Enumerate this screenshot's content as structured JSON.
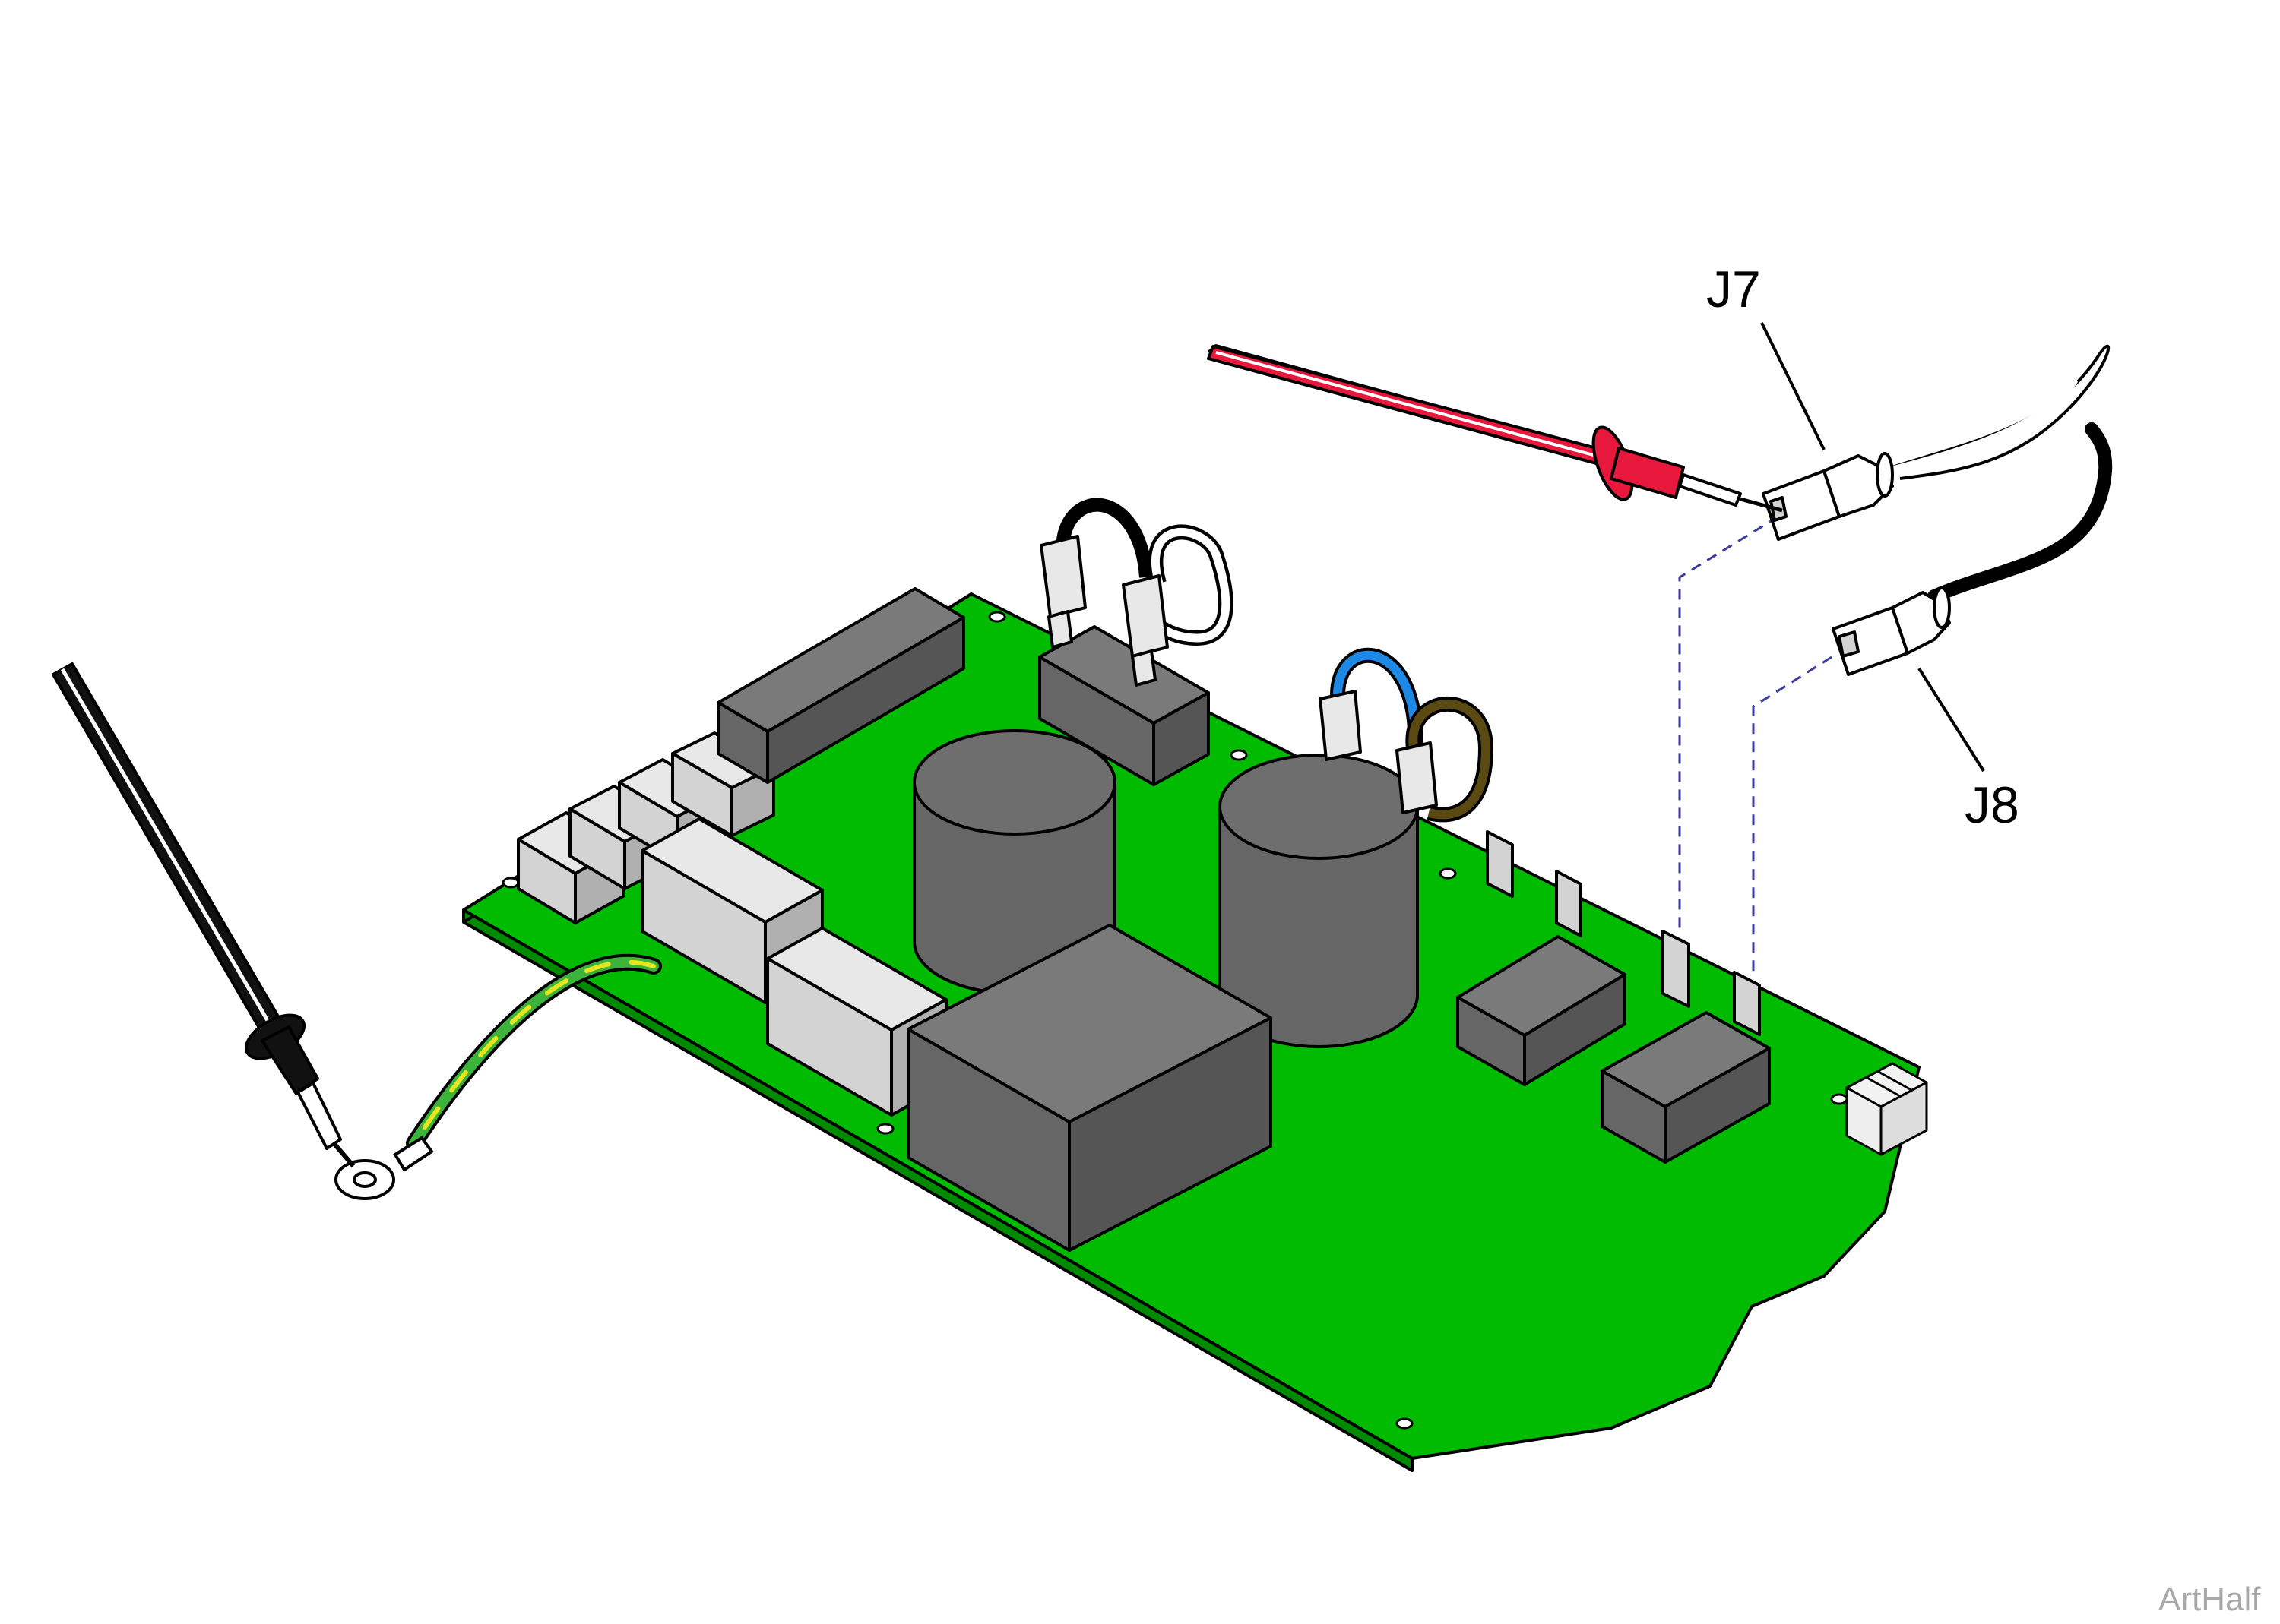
{
  "labels": {
    "j7": "J7",
    "j8": "J8",
    "watermark": "ArtHalf"
  },
  "colors": {
    "board": "#00bb00",
    "component_dark": "#666666",
    "component_light": "#d3d3d3",
    "probe_red": "#e8173c",
    "probe_black": "#111111",
    "wire_blue": "#1e88e5",
    "wire_brown": "#5a4a12",
    "ground_wire_green": "#3cb43c",
    "ground_wire_yellow": "#e6e61e",
    "leader_dash": "#3a3aa0"
  },
  "icons": [
    "red-test-probe",
    "black-test-probe",
    "ring-terminal",
    "spade-connector"
  ]
}
